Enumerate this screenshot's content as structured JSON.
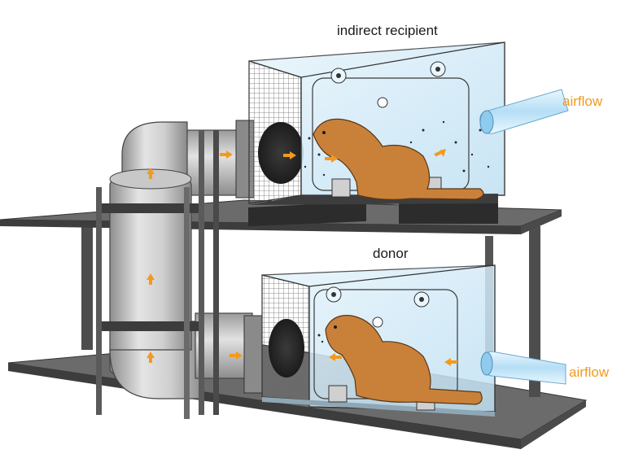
{
  "labels": {
    "indirect_recipient": "indirect recipient",
    "donor": "donor",
    "airflow_top": "airflow",
    "airflow_bottom": "airflow"
  },
  "colors": {
    "accent_orange": "#f29a1f",
    "cage_glass": "#d6ecf8",
    "cage_edge": "#3a3a3a",
    "ferret": "#c9813a",
    "shelf": "#5c5c5c",
    "pipe": "#b9b9b9",
    "tube": "#a9d9f4"
  }
}
